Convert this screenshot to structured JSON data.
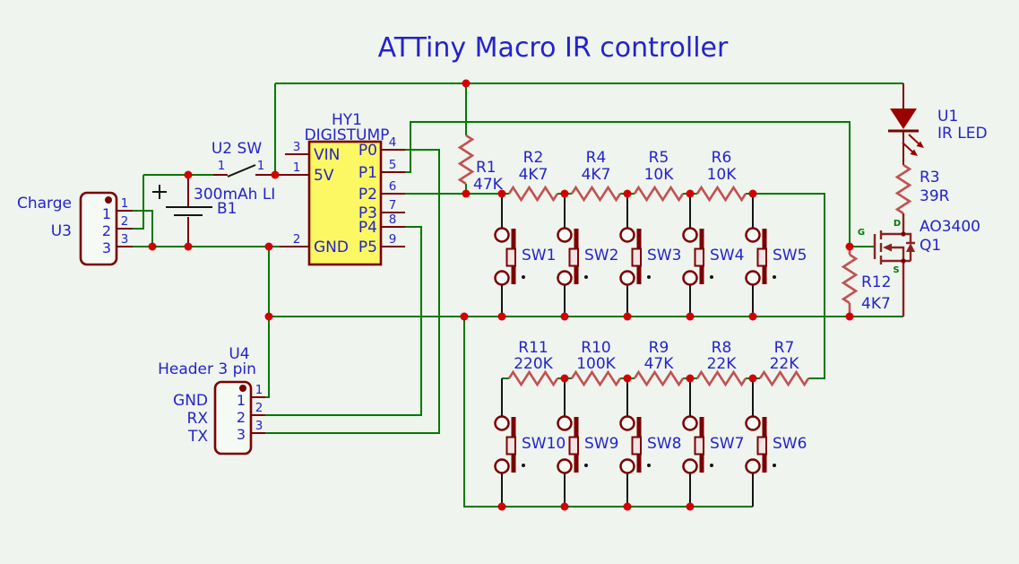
{
  "title": "ATTiny Macro IR controller",
  "colors": {
    "background": "#EFF4EE",
    "wire_green": "#007A00",
    "wire_black": "#141414",
    "component_dark_red": "#7A0101",
    "resistor_red": "#C25151",
    "junction_red": "#D20000",
    "label_blue": "#2323CB",
    "ic_fill_yellow": "#FBF863"
  },
  "ic": {
    "ref": "HY1",
    "part": "DIGISTUMP",
    "pins_left": [
      {
        "num": "3",
        "name": "VIN"
      },
      {
        "num": "1",
        "name": "5V"
      },
      {
        "num": "2",
        "name": "GND"
      }
    ],
    "pins_right": [
      {
        "num": "4",
        "name": "P0"
      },
      {
        "num": "5",
        "name": "P1"
      },
      {
        "num": "6",
        "name": "P2"
      },
      {
        "num": "7",
        "name": "P3"
      },
      {
        "num": "8",
        "name": "P4"
      },
      {
        "num": "9",
        "name": "P5"
      }
    ]
  },
  "charge_connector": {
    "ref": "U3",
    "label": "Charge",
    "pins_inner": [
      "1",
      "2",
      "3"
    ],
    "pins_outer": [
      "1",
      "2",
      "3"
    ]
  },
  "header_connector": {
    "ref": "U4",
    "label": "Header 3 pin",
    "pin_names": [
      "GND",
      "RX",
      "TX"
    ],
    "pins_inner": [
      "1",
      "2",
      "3"
    ],
    "pins_outer": [
      "1",
      "2",
      "3"
    ]
  },
  "battery": {
    "ref": "B1",
    "value": "300mAh LI",
    "plus": "+"
  },
  "power_switch": {
    "label": "U2 SW",
    "pin_a": "1",
    "pin_b": "1"
  },
  "led": {
    "ref": "U1",
    "value": "IR LED"
  },
  "mosfet": {
    "ref": "Q1",
    "part": "AO3400",
    "g": "G",
    "d": "D",
    "s": "S"
  },
  "resistors": {
    "r1": {
      "ref": "R1",
      "value": "47K"
    },
    "r3": {
      "ref": "R3",
      "value": "39R"
    },
    "r12": {
      "ref": "R12",
      "value": "4K7"
    }
  },
  "top_row_resistors": [
    {
      "ref": "R2",
      "value": "4K7"
    },
    {
      "ref": "R4",
      "value": "4K7"
    },
    {
      "ref": "R5",
      "value": "10K"
    },
    {
      "ref": "R6",
      "value": "10K"
    }
  ],
  "bottom_row_resistors": [
    {
      "ref": "R11",
      "value": "220K"
    },
    {
      "ref": "R10",
      "value": "100K"
    },
    {
      "ref": "R9",
      "value": "47K"
    },
    {
      "ref": "R8",
      "value": "22K"
    },
    {
      "ref": "R7",
      "value": "22K"
    }
  ],
  "switches_top": [
    "SW1",
    "SW2",
    "SW3",
    "SW4",
    "SW5"
  ],
  "switches_bottom": [
    "SW10",
    "SW9",
    "SW8",
    "SW7",
    "SW6"
  ]
}
